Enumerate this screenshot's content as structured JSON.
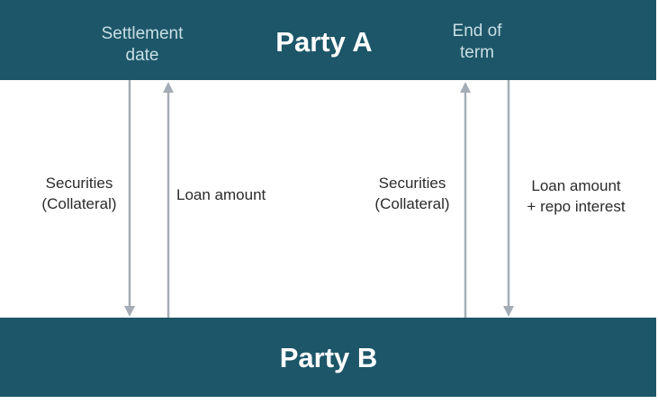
{
  "parties": {
    "top": "Party A",
    "bottom": "Party B"
  },
  "dates": {
    "settlement": "Settlement\ndate",
    "end": "End of\nterm"
  },
  "flows": {
    "settlement_securities": "Securities\n(Collateral)",
    "settlement_loan": "Loan amount",
    "end_securities": "Securities\n(Collateral)",
    "end_loan": "Loan amount\n+ repo interest"
  },
  "colors": {
    "bar": "#1d5668",
    "arrow": "#a4adb5"
  }
}
